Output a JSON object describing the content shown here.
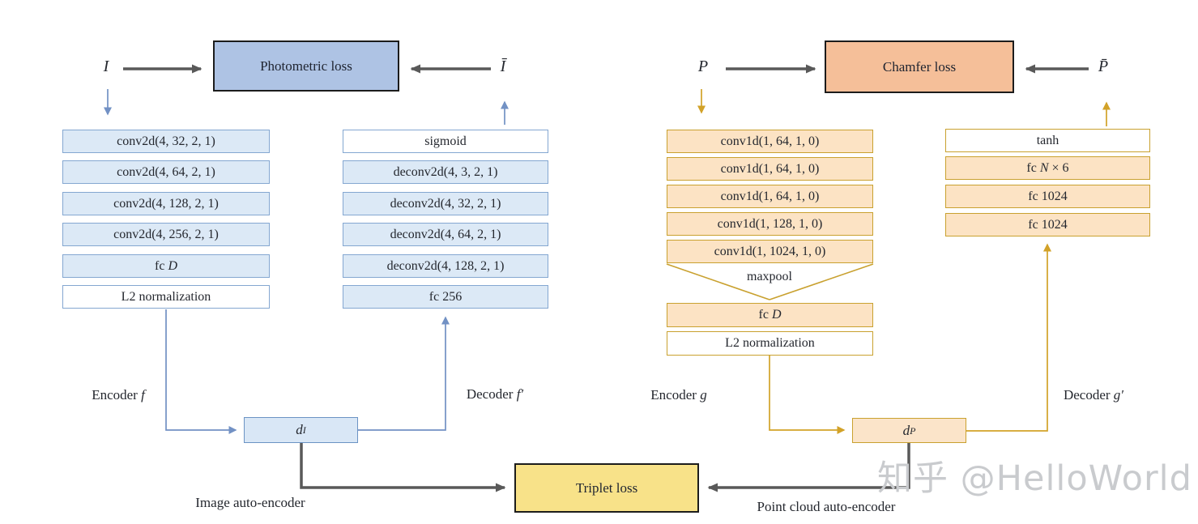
{
  "watermark": "知乎 @HelloWorld",
  "image_autoencoder": {
    "input_label": "I",
    "output_label": "Ī",
    "loss_label": "Photometric loss",
    "encoder_layers": [
      {
        "pre": "conv2d(4, 32, 2, 1)"
      },
      {
        "pre": "conv2d(4, 64, 2, 1)"
      },
      {
        "pre": "conv2d(4, 128, 2, 1)"
      },
      {
        "pre": "conv2d(4, 256, 2, 1)"
      },
      {
        "pre": "fc ",
        "math": "D"
      },
      {
        "pre": "L2 normalization"
      }
    ],
    "decoder_layers": [
      {
        "pre": "sigmoid"
      },
      {
        "pre": "deconv2d(4, 3, 2, 1)"
      },
      {
        "pre": "deconv2d(4, 32, 2, 1)"
      },
      {
        "pre": "deconv2d(4, 64, 2, 1)"
      },
      {
        "pre": "deconv2d(4, 128, 2, 1)"
      },
      {
        "pre": "fc 256"
      }
    ],
    "encoder_caption": {
      "pre": "Encoder ",
      "math": "f"
    },
    "decoder_caption": {
      "pre": "Decoder ",
      "math": "f′"
    },
    "embedding": {
      "base": "d",
      "sub": "I"
    },
    "caption": "Image auto-encoder"
  },
  "point_cloud_autoencoder": {
    "input_label": "P",
    "output_label": "P̄",
    "loss_label": "Chamfer loss",
    "encoder_layers": [
      {
        "pre": "conv1d(1, 64, 1, 0)"
      },
      {
        "pre": "conv1d(1, 64, 1, 0)"
      },
      {
        "pre": "conv1d(1, 64, 1, 0)"
      },
      {
        "pre": "conv1d(1, 128, 1, 0)"
      },
      {
        "pre": "conv1d(1, 1024, 1, 0)"
      }
    ],
    "maxpool_label": "maxpool",
    "post_pool_layers": [
      {
        "pre": "fc ",
        "math": "D"
      },
      {
        "pre": "L2 normalization"
      }
    ],
    "decoder_layers": [
      {
        "pre": "tanh"
      },
      {
        "pre": "fc ",
        "math": "N",
        "post": " × 6"
      },
      {
        "pre": "fc 1024"
      },
      {
        "pre": "fc 1024"
      }
    ],
    "encoder_caption": {
      "pre": "Encoder ",
      "math": "g"
    },
    "decoder_caption": {
      "pre": "Decoder ",
      "math": "g′"
    },
    "embedding": {
      "base": "d",
      "sub": "P"
    },
    "caption": "Point cloud auto-encoder"
  },
  "triplet": {
    "loss_label": "Triplet loss"
  },
  "colors": {
    "blue_layer_fill": "#dce9f6",
    "blue_border": "#84a7d1",
    "blue_arrow": "#7291c4",
    "photometric_fill": "#aec3e4",
    "orange_layer_fill": "#fce3c4",
    "gold_border": "#c9a12f",
    "gold_arrow": "#d2a228",
    "chamfer_fill": "#f5bf99",
    "triplet_fill": "#f8e289",
    "dark_arrow": "#595959"
  }
}
